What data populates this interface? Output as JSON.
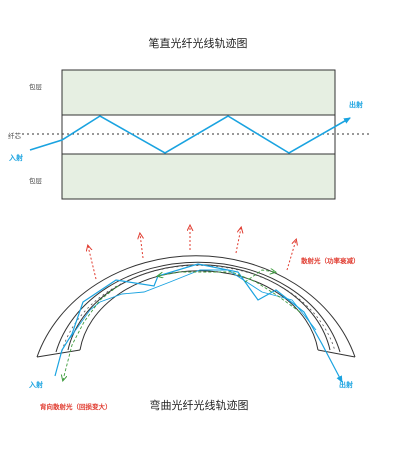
{
  "straight": {
    "title": "笔直光纤光线轨迹图",
    "cladding_top": "包层",
    "core": "纤芯",
    "cladding_bottom": "包层",
    "input": "入射",
    "output": "出射"
  },
  "bent": {
    "title": "弯曲光纤光线轨迹图",
    "input": "入射",
    "output": "出射",
    "scatter": "散射光（功率衰减）",
    "backscatter": "背向散射光（回损变大）"
  },
  "colors": {
    "cladding_fill": "#e6efe2",
    "ray": "#1aa3e0",
    "scatter": "#e03a2e",
    "backscatter": "#3e9c3e",
    "outline": "#333333"
  }
}
